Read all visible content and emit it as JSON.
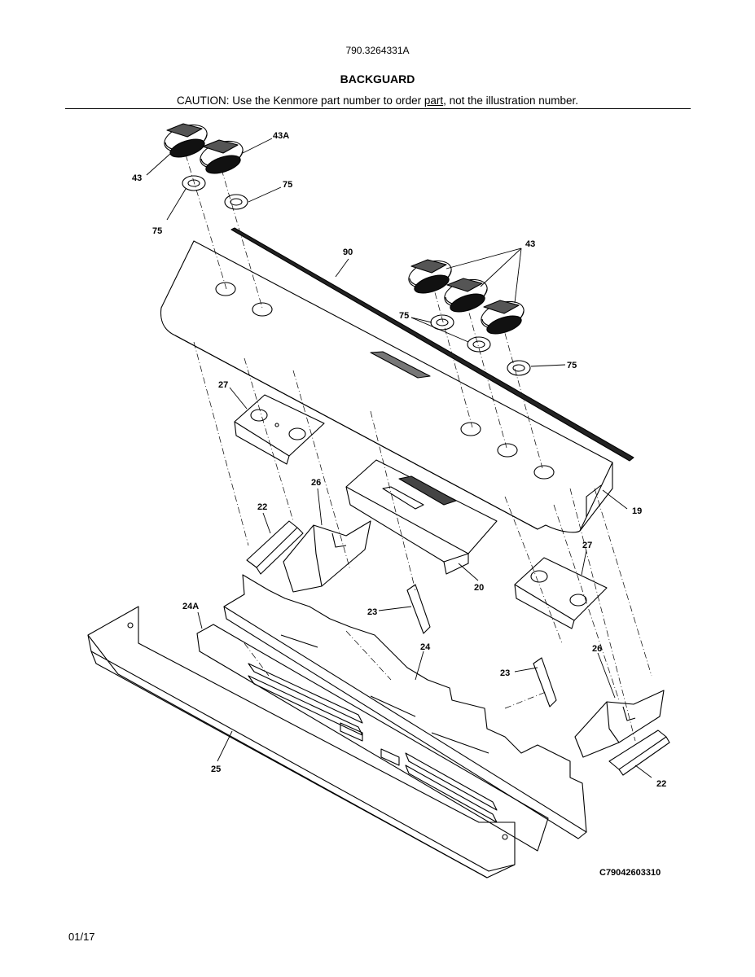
{
  "header": {
    "model_number": "790.3264331A",
    "section_title": "BACKGUARD",
    "caution_prefix": "CAUTION: Use the Kenmore part number to order ",
    "caution_link": "part",
    "caution_suffix": ", not the illustration number."
  },
  "callouts": {
    "knob_a": "43",
    "knob_b": "43A",
    "knob_group": "43",
    "bezel_left": "75",
    "bezel_right": "75",
    "bezel_group": "75",
    "bezel_single": "75",
    "trim": "90",
    "panel": "19",
    "bracket_left": "27",
    "bracket_right": "27",
    "support_left": "26",
    "support_right": "26",
    "clip_left": "22",
    "clip_right": "22",
    "control_board": "20",
    "spacer_upper": "23",
    "spacer_lower": "23",
    "rear_panel": "24",
    "rear_panel_a": "24A",
    "end_cap": "25"
  },
  "footer": {
    "drawing_code": "C79042603310",
    "date": "01/17"
  }
}
